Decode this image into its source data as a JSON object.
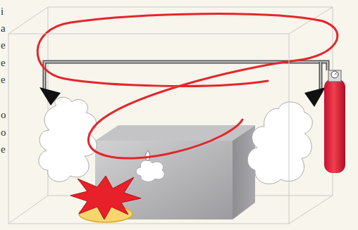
{
  "diagram": {
    "labels": [
      "i",
      "a",
      "e",
      "e",
      "e",
      "o",
      "o",
      "e"
    ]
  }
}
